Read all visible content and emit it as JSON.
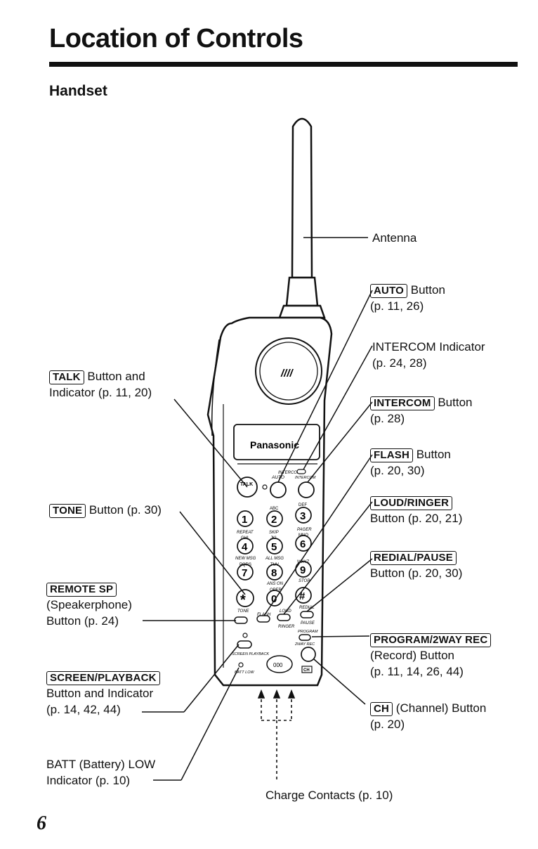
{
  "page": {
    "title": "Location of Controls",
    "section": "Handset",
    "page_number": "6"
  },
  "phone": {
    "brand": "Panasonic",
    "grille": "////",
    "intercom_mark": "INTERCOM",
    "keys": [
      {
        "main": "1",
        "sub": ""
      },
      {
        "main": "2",
        "sub": "ABC"
      },
      {
        "main": "3",
        "sub": "DEF"
      },
      {
        "main": "4",
        "sub": "GHI"
      },
      {
        "main": "5",
        "sub": "JKL"
      },
      {
        "main": "6",
        "sub": "MNO"
      },
      {
        "main": "7",
        "sub": "PQRS"
      },
      {
        "main": "8",
        "sub": "TUV"
      },
      {
        "main": "9",
        "sub": "WXYZ"
      },
      {
        "main": "*",
        "sub": ""
      },
      {
        "main": "0",
        "sub": "OPER"
      },
      {
        "main": "#",
        "sub": ""
      }
    ],
    "top_buttons": {
      "talk": "TALK",
      "auto": "AUTO",
      "intercom": "INTERCOM"
    },
    "tiny": {
      "repeat": "REPEAT",
      "skip": "SKIP",
      "pager": "PAGER",
      "newmsg": "NEW MSG",
      "allmsg": "ALL MSG",
      "stop": "STOP",
      "answer": "ANS ON",
      "tone": "TONE",
      "flash": "FLASH",
      "loud": "LOUD",
      "redial": "REDIAL",
      "pause": "PAUSE",
      "program": "PROGRAM",
      "ringer": "RINGER",
      "twoway": "2WAY REC",
      "screen": "SCREEN PLAYBACK",
      "batt": "BATT LOW",
      "ch": "CH",
      "speaker": "000"
    }
  },
  "labels": {
    "antenna": "Antenna",
    "auto": {
      "key": "AUTO",
      "text": " Button",
      "ref": "(p. 11, 26)"
    },
    "intercom_ind": {
      "text": "INTERCOM Indicator",
      "ref": "(p. 24, 28)"
    },
    "intercom_btn": {
      "key": "INTERCOM",
      "text": " Button",
      "ref": "(p. 28)"
    },
    "flash": {
      "key": "FLASH",
      "text": " Button",
      "ref": "(p. 20, 30)"
    },
    "loud": {
      "key": "LOUD/RINGER",
      "text": "Button (p. 20, 21)"
    },
    "redial": {
      "key": "REDIAL/PAUSE",
      "text": "Button (p. 20, 30)"
    },
    "program": {
      "key": "PROGRAM/2WAY REC",
      "text": "(Record) Button",
      "ref": "(p. 11, 14, 26, 44)"
    },
    "ch": {
      "key": "CH",
      "text": " (Channel) Button",
      "ref": "(p. 20)"
    },
    "talk": {
      "key": "TALK",
      "text": " Button and",
      "ref": "Indicator (p. 11, 20)"
    },
    "tone": {
      "key": "TONE",
      "text": " Button (p. 30)"
    },
    "remote": {
      "key": "REMOTE SP",
      "text": "(Speakerphone)",
      "ref": "Button (p. 24)"
    },
    "screen": {
      "key": "SCREEN/PLAYBACK",
      "text": "Button and Indicator",
      "ref": "(p. 14, 42, 44)"
    },
    "batt": {
      "text": "BATT (Battery) LOW",
      "ref": "Indicator (p. 10)"
    },
    "charge": "Charge Contacts (p. 10)"
  }
}
